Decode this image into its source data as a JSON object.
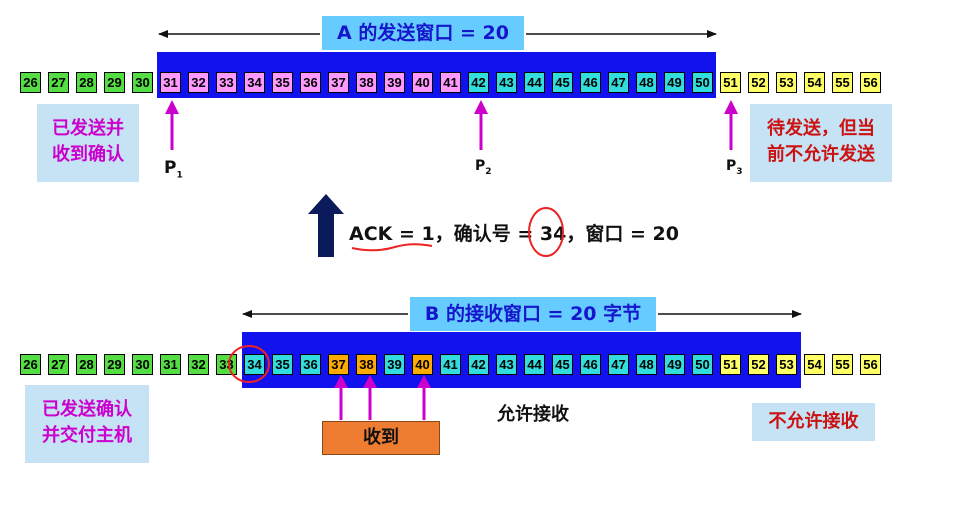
{
  "sender": {
    "window_title": "A 的发送窗口 = 20",
    "window_start": 31,
    "window_size": 20,
    "cells": [
      26,
      27,
      28,
      29,
      30,
      31,
      32,
      33,
      34,
      35,
      36,
      37,
      38,
      39,
      40,
      41,
      42,
      43,
      44,
      45,
      46,
      47,
      48,
      49,
      50,
      51,
      52,
      53,
      54,
      55,
      56
    ],
    "sent_acked_until": 30,
    "sent_unacked_until": 41,
    "left_note": [
      "已发送并",
      "收到确认"
    ],
    "right_note": [
      "待发送，但当",
      "前不允许发送"
    ],
    "pointers": [
      {
        "name": "P",
        "sub": "1",
        "at": 31
      },
      {
        "name": "P",
        "sub": "2",
        "at": 42
      },
      {
        "name": "P",
        "sub": "3",
        "at": 51
      }
    ]
  },
  "ack": {
    "text": "ACK = 1，确认号 = 34，窗口 = 20"
  },
  "receiver": {
    "window_title": "B 的接收窗口 = 20 字节",
    "window_start": 34,
    "window_size": 20,
    "cells": [
      26,
      27,
      28,
      29,
      30,
      31,
      32,
      33,
      34,
      35,
      36,
      37,
      38,
      39,
      40,
      41,
      42,
      43,
      44,
      45,
      46,
      47,
      48,
      49,
      50,
      51,
      52,
      53,
      54,
      55,
      56
    ],
    "received": [
      37,
      38,
      40
    ],
    "left_note": [
      "已发送确认",
      "并交付主机"
    ],
    "allow_label": "允许接收",
    "right_note": "不允许接收",
    "received_label": "收到"
  },
  "colors": {
    "window_bg": "#1212ee",
    "acked": "#55dd44",
    "sent": "#ff99ff",
    "usable": "#33dddd",
    "not_allowed": "#ffff66",
    "received": "#ffaa00",
    "pointer": "#cc00cc",
    "annotation": "#ee2222",
    "ack_arrow": "#0a1a5a"
  }
}
